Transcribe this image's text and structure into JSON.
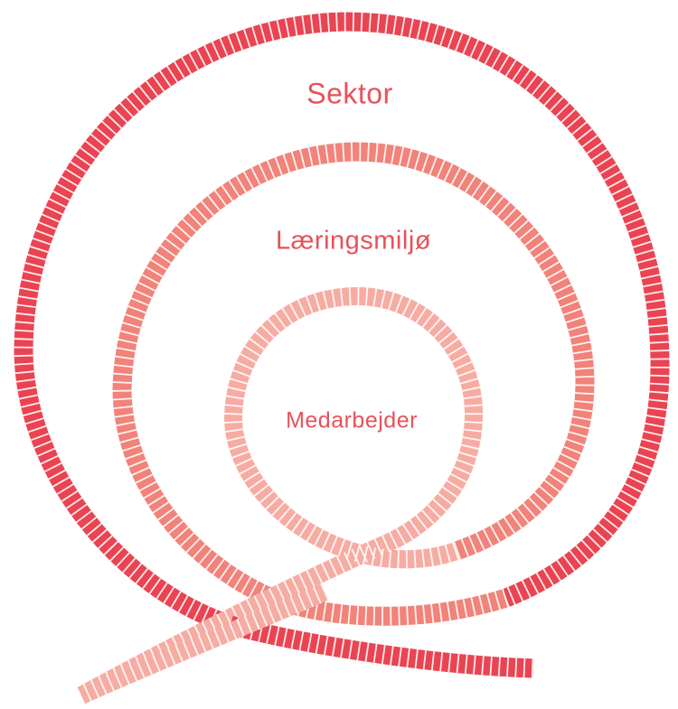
{
  "diagram": {
    "rings": [
      {
        "id": "outer",
        "label": "Sektor",
        "color": "#ea4452"
      },
      {
        "id": "middle",
        "label": "Læringsmiljø",
        "color": "#f1837a"
      },
      {
        "id": "inner",
        "label": "Medarbejder",
        "color": "#f7aca3"
      }
    ],
    "style": {
      "rope_texture": "twisted-rope",
      "label_color": "#e8515a"
    }
  }
}
